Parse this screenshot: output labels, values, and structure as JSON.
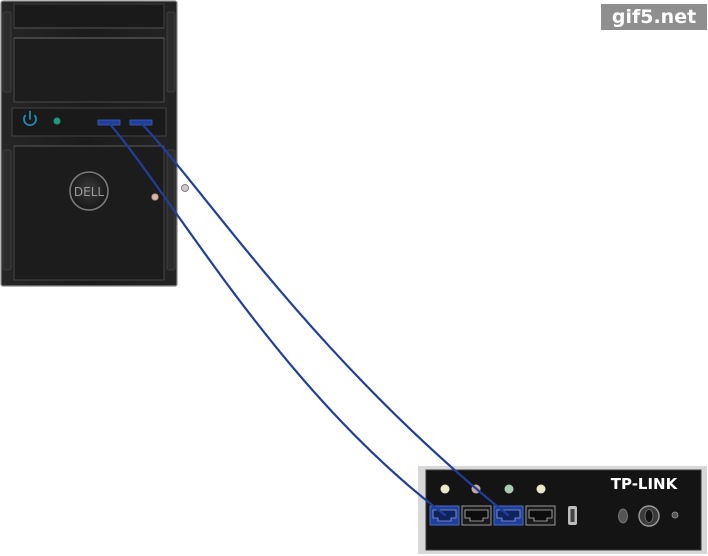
{
  "watermark": {
    "text": "gif5.net"
  },
  "pc": {
    "brand": "DELL"
  },
  "router": {
    "brand": "TP-LINK"
  },
  "colors": {
    "cable": "#1f3f9a",
    "port_active": "#1f3f9a",
    "case_dark": "#1c1c1c",
    "router_body": "#141414",
    "power_icon": "#1e8bb0",
    "status_led": "#1c9a7c"
  },
  "router_leds": [
    "#e8e8c8",
    "#c8a6a6",
    "#a8ccb2",
    "#e8e8c8"
  ]
}
